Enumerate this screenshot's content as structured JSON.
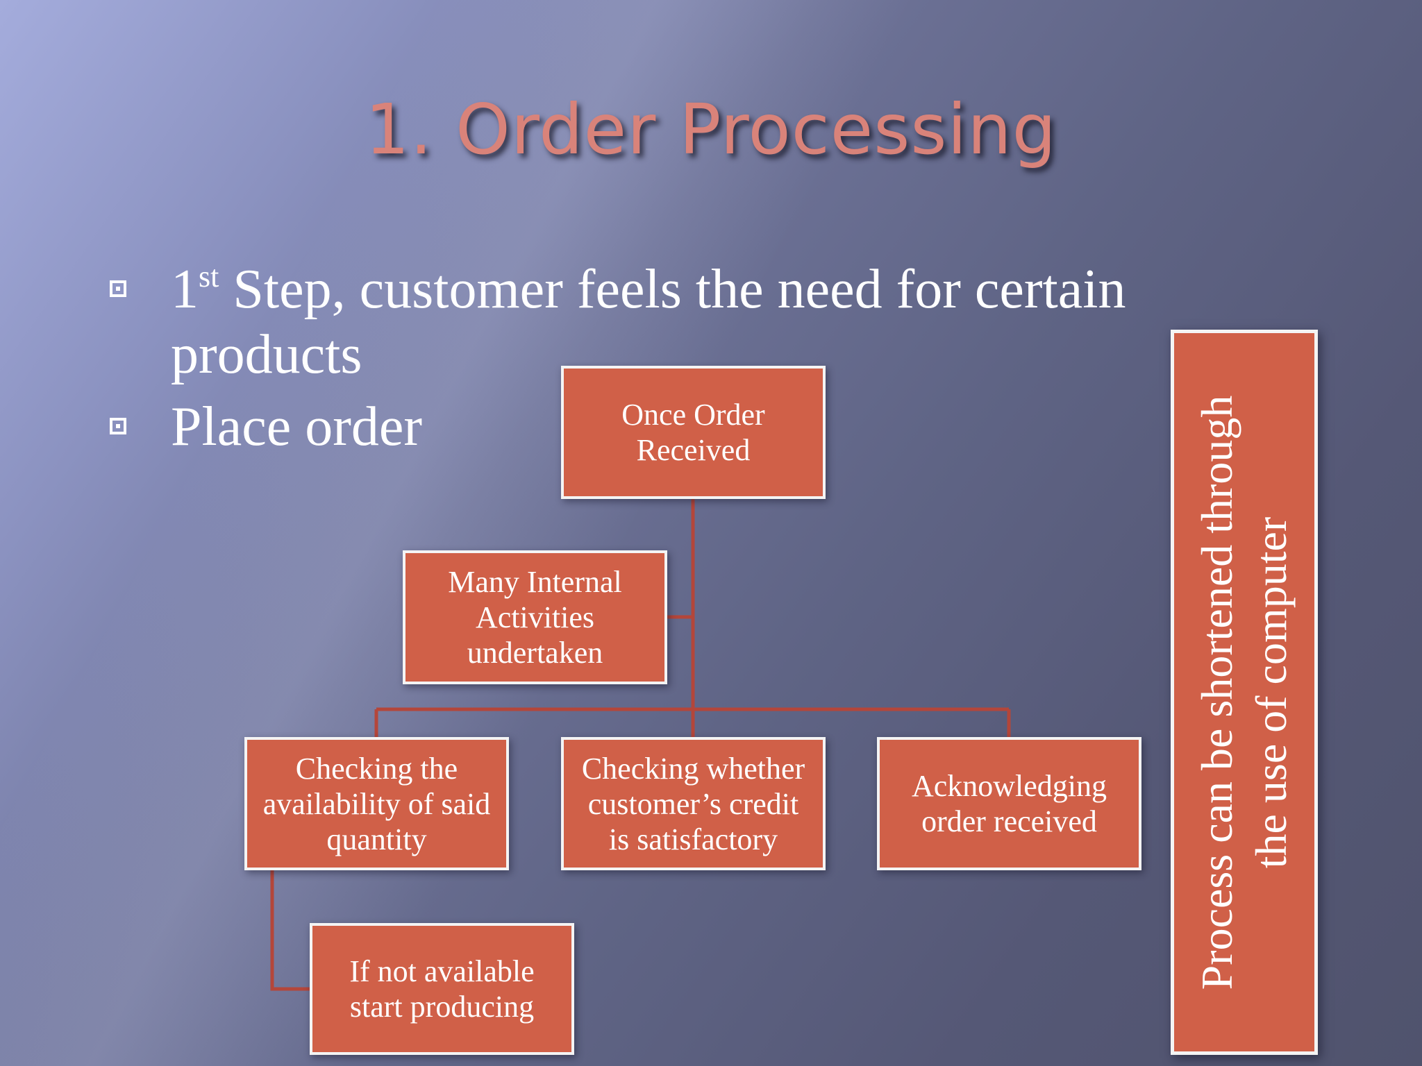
{
  "title": "1. Order Processing",
  "bullets": [
    {
      "prefix": "1",
      "superscript": "st",
      "text": " Step, customer feels the need for certain products"
    },
    {
      "text": "Place order"
    }
  ],
  "diagram": {
    "root": "Once Order\nReceived",
    "internal": "Many Internal\nActivities\nundertaken",
    "check_availability": "Checking the\navailability of said\nquantity",
    "check_credit": "Checking whether\ncustomer’s credit\nis satisfactory",
    "acknowledge": "Acknowledging\norder received",
    "produce": "If not available\nstart producing",
    "side_note": "Process can be shortened through\nthe use of computer"
  },
  "colors": {
    "box_fill": "#d06048",
    "box_border": "#f4f4f4",
    "connector": "#b4463a",
    "title": "#d9837a"
  }
}
